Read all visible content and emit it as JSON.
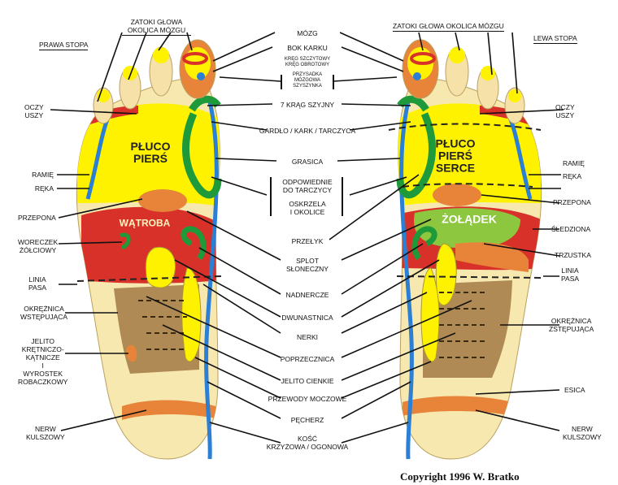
{
  "headers": {
    "right_foot": "PRAWA STOPA",
    "left_foot": "LEWA STOPA",
    "sinuses_left_line1": "ZATOKI GŁOWA",
    "sinuses_left_line2": "OKOLICA MÓZGU",
    "sinuses_right": "ZATOKI GŁOWA OKOLICA MÓZGU"
  },
  "zone_labels": {
    "pluco_left_1": "PŁUCO",
    "pluco_left_2": "PIERŚ",
    "watroba": "WĄTROBA",
    "pluco_right_1": "PŁUCO",
    "pluco_right_2": "PIERŚ",
    "pluco_right_3": "SERCE",
    "zoladek": "ŻOŁĄDEK"
  },
  "center_labels": {
    "mozg": "MÓZG",
    "bok_karku": "BOK KARKU",
    "krag": "KRĘG SZCZYTOWY",
    "krag2": "KRĘG OBROTOWY",
    "przysadka1": "PRZYSADKA",
    "przysadka2": "MÓZGOWA",
    "przysadka3": "SZYSZYNKA",
    "krag_szyjny": "7 KRĄG SZYJNY",
    "gardlo": "GARDŁO / KARK / TARCZYCA",
    "grasica": "GRASICA",
    "odpowiednie1": "ODPOWIEDNIE",
    "odpowiednie2": "DO TARCZYCY",
    "oskrzela1": "OSKRZELA",
    "oskrzela2": "I OKOLICE",
    "przelyk": "PRZEŁYK",
    "splot1": "SPLOT",
    "splot2": "SŁONECZNY",
    "nadnercze": "NADNERCZE",
    "dwunastnica": "DWUNASTNICA",
    "nerki": "NERKI",
    "poprzecznica": "POPRZECZNICA",
    "jelito_cienkie": "JELITO CIENKIE",
    "przewody": "PRZEWODY MOCZOWE",
    "pecherz": "PĘCHERZ",
    "kosc1": "KOŚĆ",
    "kosc2": "KRZYŻOWA / OGONOWA"
  },
  "left_side_labels": {
    "oczy1": "OCZY",
    "oczy2": "USZY",
    "ramie": "RAMIĘ",
    "reka": "RĘKA",
    "przepona": "PRZEPONA",
    "woreczek1": "WORECZEK",
    "woreczek2": "ŻÓŁCIOWY",
    "linia1": "LINIA",
    "linia2": "PASA",
    "okreznica1": "OKRĘŻNICA",
    "okreznica2": "WSTĘPUJĄCA",
    "jelito1": "JELITO",
    "jelito2": "KRĘTNICZO-",
    "jelito3": "KĄTNICZE",
    "jelito4": "I",
    "jelito5": "WYROSTEK",
    "jelito6": "ROBACZKOWY",
    "nerw1": "NERW",
    "nerw2": "KULSZOWY"
  },
  "right_side_labels": {
    "oczy1": "OCZY",
    "oczy2": "USZY",
    "ramie": "RAMIĘ",
    "reka": "RĘKA",
    "przepona": "PRZEPONA",
    "sledziona": "ŚLEDZIONA",
    "trzustka": "TRZUSTKA",
    "linia1": "LINIA",
    "linia2": "PASA",
    "okreznica1": "OKRĘŻNICA",
    "okreznica2": "ZSTĘPUJĄCA",
    "esica": "ESICA",
    "nerw1": "NERW",
    "nerw2": "KULSZOWY"
  },
  "copyright": "Copyright 1996 W. Bratko",
  "colors": {
    "skin": "#f7e8b0",
    "toes": "#f6e2a8",
    "yellow_zone": "#fff200",
    "red_zone": "#d8312a",
    "orange_zone": "#e8843a",
    "green_zone": "#1f9a3a",
    "blue_line": "#2b7fd4",
    "brown_zone": "#b08a55"
  }
}
